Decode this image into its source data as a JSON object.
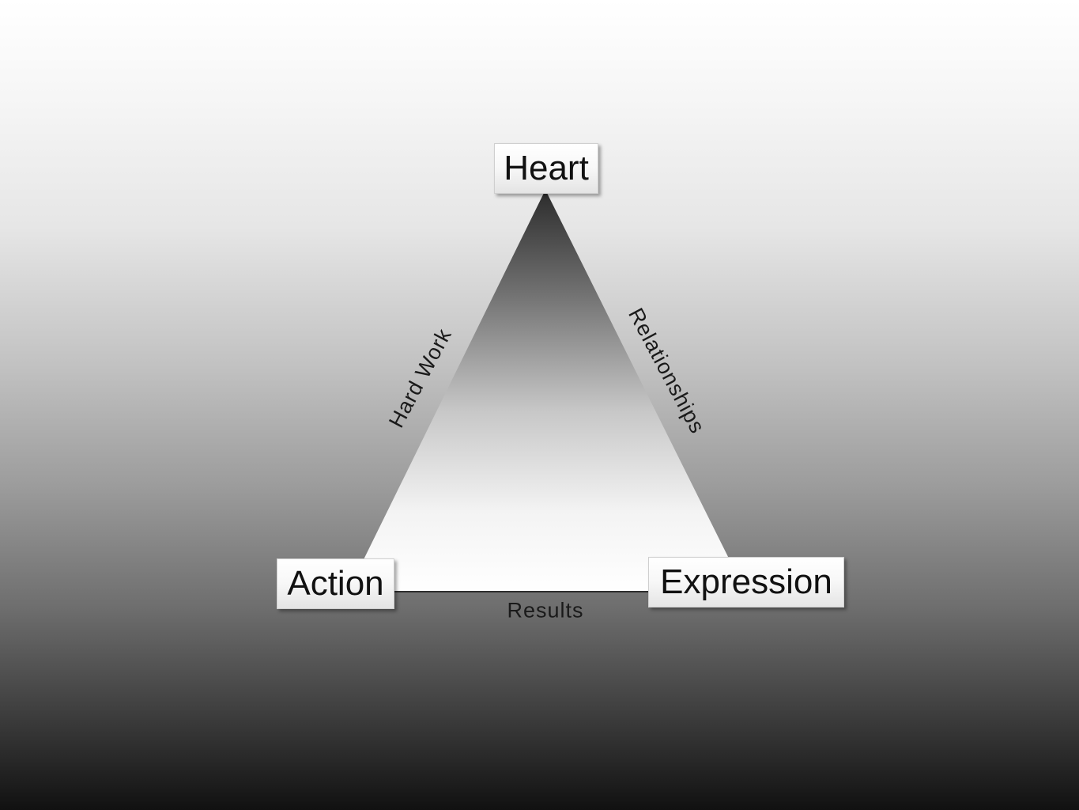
{
  "nodes": {
    "top": "Heart",
    "bottom_left": "Action",
    "bottom_right": "Expression"
  },
  "edges": {
    "left": "Hard Work",
    "right": "Relationships",
    "bottom": "Results"
  },
  "colors": {
    "triangle_top": "#2b2b2b",
    "triangle_bottom": "#ffffff",
    "edge_line": "#2e2e2e"
  }
}
